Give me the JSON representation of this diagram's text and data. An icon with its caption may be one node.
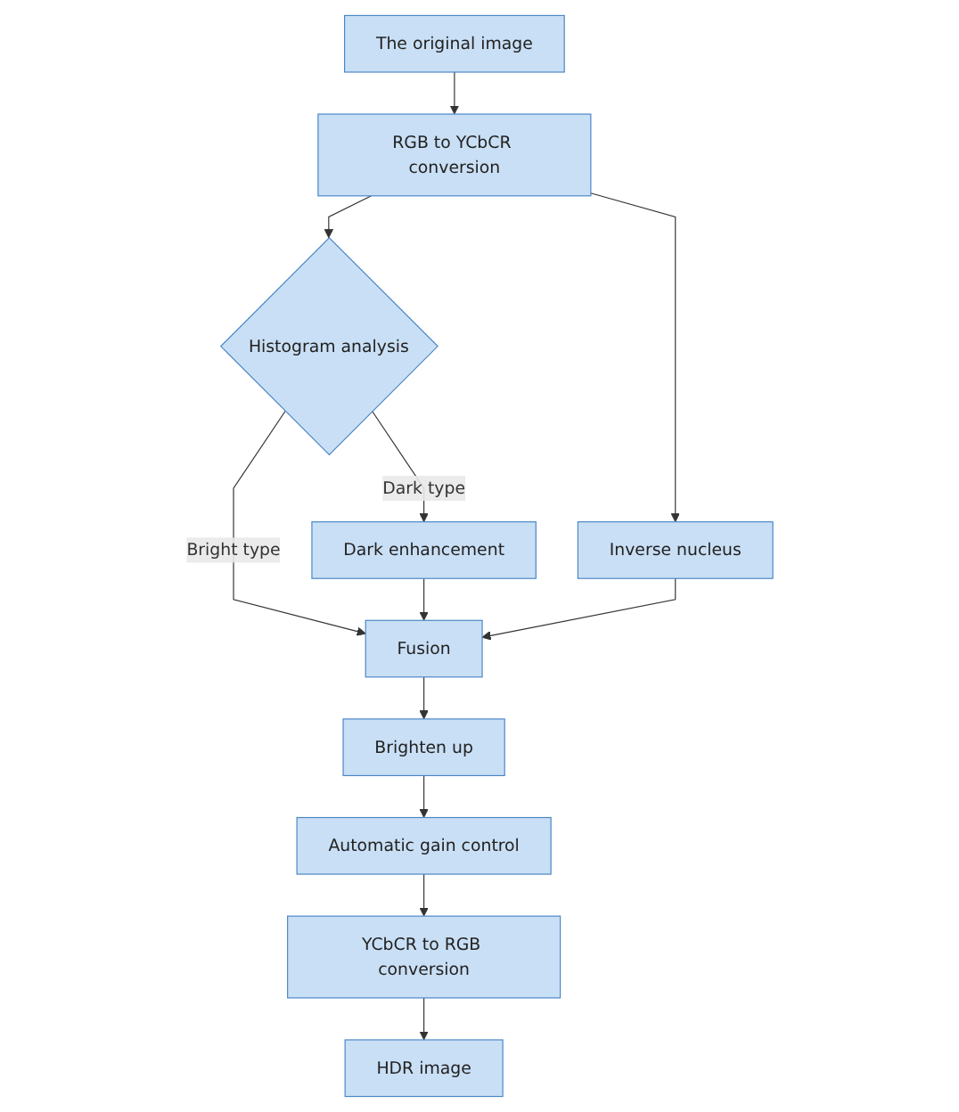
{
  "diagram": {
    "nodes": [
      {
        "text": [
          "The original image"
        ]
      },
      {
        "text": [
          "RGB to YCbCR conversion"
        ]
      },
      {
        "text": [
          "Histogram analysis"
        ]
      },
      {
        "text": [
          "Dark enhancement"
        ]
      },
      {
        "text": [
          "Inverse nucleus"
        ]
      },
      {
        "text": [
          "Fusion"
        ]
      },
      {
        "text": [
          "Brighten up"
        ]
      },
      {
        "text": [
          "YCbCR to RGB conversion"
        ]
      },
      {
        "text": [
          "Automatic gain control"
        ]
      },
      {
        "text": [
          "HDR image"
        ]
      }
    ],
    "edges": [
      {
        "from": 0,
        "to": 1,
        "arrow": "to"
      },
      {
        "from": 1,
        "to": 2,
        "arrow": "to"
      },
      {
        "from": 2,
        "to": 3,
        "arrow": "to",
        "label": "Dark type"
      },
      {
        "from": 2,
        "to": 5,
        "arrow": "to",
        "label": "Bright type"
      },
      {
        "from": 1,
        "to": 4,
        "arrow": "to"
      },
      {
        "from": 3,
        "to": 5,
        "arrow": "to"
      },
      {
        "from": 4,
        "to": 5,
        "arrow": "to"
      },
      {
        "from": 5,
        "to": 6,
        "arrow": "to"
      },
      {
        "from": 6,
        "to": 8,
        "arrow": "to"
      },
      {
        "from": 8,
        "to": 7,
        "arrow": "to"
      },
      {
        "from": 7,
        "to": 9,
        "arrow": "to"
      }
    ]
  }
}
